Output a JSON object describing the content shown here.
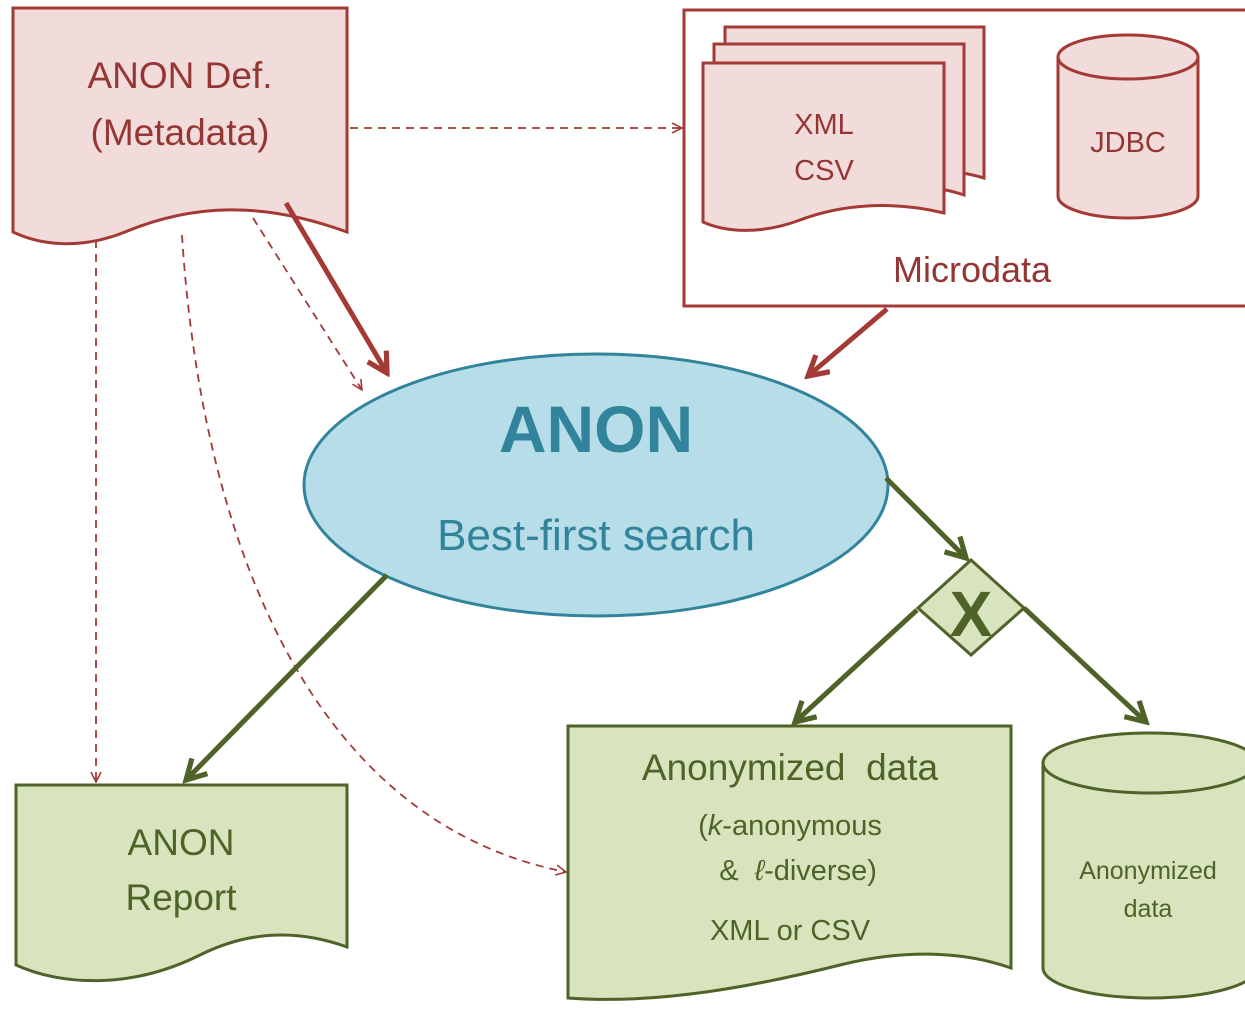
{
  "colors": {
    "red_stroke": "#a33a36",
    "red_fill": "#f2dcdb",
    "red_text": "#943634",
    "blue_fill": "#b7dee8",
    "blue_stroke": "#31849b",
    "blue_text": "#31849b",
    "green_fill": "#d7e4bd",
    "green_stroke": "#4f6228",
    "green_text": "#4f6228"
  },
  "anon_def": {
    "line1": "ANON Def.",
    "line2": "(Metadata)"
  },
  "microdata": {
    "label": "Microdata",
    "files": {
      "line1": "XML",
      "line2": "CSV"
    },
    "db": {
      "label": "JDBC"
    }
  },
  "anon": {
    "title": "ANON",
    "subtitle": "Best-first search"
  },
  "gate": {
    "label": "X"
  },
  "report": {
    "line1": "ANON",
    "line2": "Report"
  },
  "anonymized_doc": {
    "title": "Anonymized  data",
    "line2_k": "k",
    "line2_rest": "-anonymous",
    "line3_pre": "&  ",
    "line3_l": "ℓ",
    "line3_rest": "-diverse)",
    "line2_open": "(",
    "line4": "XML or CSV"
  },
  "anonymized_db": {
    "line1": "Anonymized",
    "line2": "data"
  }
}
